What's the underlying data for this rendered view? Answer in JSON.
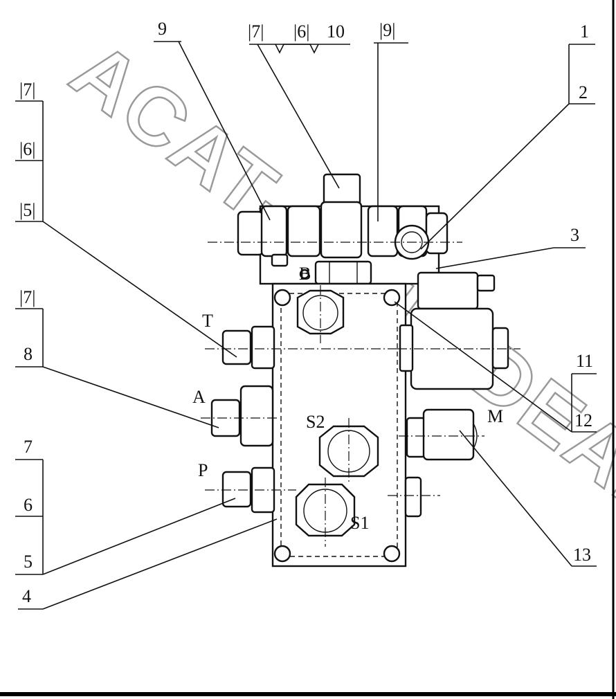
{
  "watermark": "ACAT-AUTODEALER.RU",
  "diagram": {
    "callouts": {
      "c1": "1",
      "c2": "2",
      "c3": "3",
      "c4": "4",
      "c5a": "|5|",
      "c5b": "5",
      "c6a": "|6|",
      "c6b": "6",
      "c6c": "|6|",
      "c7a": "|7|",
      "c7b": "|7|",
      "c7c": "7",
      "c7d": "|7|",
      "c8": "8",
      "c9a": "9",
      "c9b": "|9|",
      "c10": "10",
      "c11": "11",
      "c12": "12",
      "c13": "13"
    },
    "ports": {
      "B": "B",
      "T": "T",
      "A": "A",
      "P": "P",
      "M": "M",
      "S1": "S1",
      "S2": "S2"
    }
  }
}
